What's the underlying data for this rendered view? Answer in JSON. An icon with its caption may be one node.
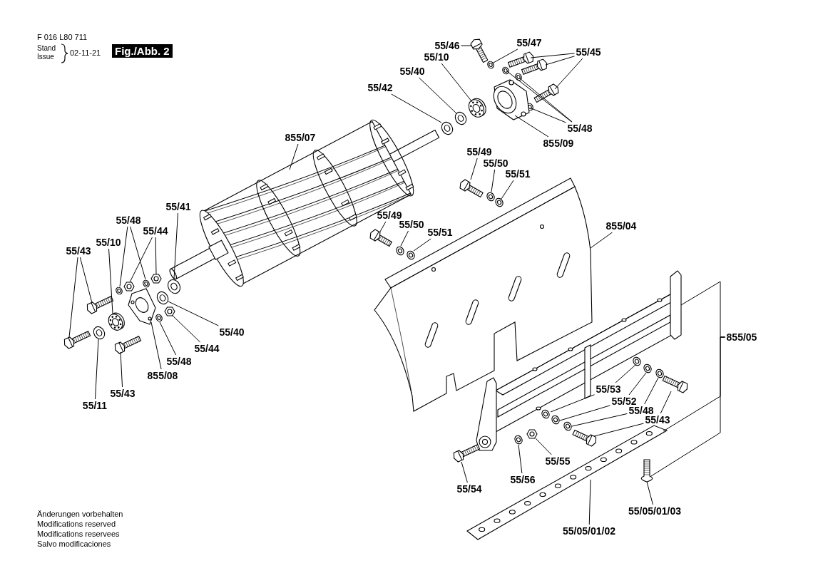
{
  "diagram": {
    "nodes": [
      {
        "text": [
          "55/46"
        ]
      },
      {
        "text": [
          "55/47"
        ]
      },
      {
        "text": [
          "55/45"
        ]
      },
      {
        "text": [
          "55/10"
        ]
      },
      {
        "text": [
          "55/40"
        ]
      },
      {
        "text": [
          "55/42"
        ]
      },
      {
        "text": [
          "55/48"
        ]
      },
      {
        "text": [
          "855/09"
        ]
      },
      {
        "text": [
          "855/07"
        ]
      },
      {
        "text": [
          "55/49"
        ]
      },
      {
        "text": [
          "55/50"
        ]
      },
      {
        "text": [
          "55/51"
        ]
      },
      {
        "text": [
          "55/49"
        ]
      },
      {
        "text": [
          "55/50"
        ]
      },
      {
        "text": [
          "55/51"
        ]
      },
      {
        "text": [
          "855/04"
        ]
      },
      {
        "text": [
          "55/41"
        ]
      },
      {
        "text": [
          "55/48"
        ]
      },
      {
        "text": [
          "55/44"
        ]
      },
      {
        "text": [
          "55/10"
        ]
      },
      {
        "text": [
          "55/43"
        ]
      },
      {
        "text": [
          "855/05"
        ]
      },
      {
        "text": [
          "55/40"
        ]
      },
      {
        "text": [
          "55/44"
        ]
      },
      {
        "text": [
          "55/48"
        ]
      },
      {
        "text": [
          "855/08"
        ]
      },
      {
        "text": [
          "55/43"
        ]
      },
      {
        "text": [
          "55/11"
        ]
      },
      {
        "text": [
          "55/53"
        ]
      },
      {
        "text": [
          "55/52"
        ]
      },
      {
        "text": [
          "55/48"
        ]
      },
      {
        "text": [
          "55/43"
        ]
      },
      {
        "text": [
          "55/55"
        ]
      },
      {
        "text": [
          "55/56"
        ]
      },
      {
        "text": [
          "55/54"
        ]
      },
      {
        "text": [
          "55/05/01/03"
        ]
      },
      {
        "text": [
          "55/05/01/02"
        ]
      },
      {
        "text": [],
        "shape": "picture"
      },
      {
        "text": [],
        "shape": "picture"
      },
      {
        "text": [],
        "shape": "picture"
      },
      {
        "text": [],
        "shape": "picture"
      },
      {
        "text": [],
        "shape": "picture"
      },
      {
        "text": [],
        "shape": "picture"
      },
      {
        "text": [],
        "shape": "picture"
      },
      {
        "text": [],
        "shape": "picture"
      },
      {
        "text": [],
        "shape": "picture"
      },
      {
        "text": [],
        "shape": "picture"
      },
      {
        "text": [],
        "shape": "picture"
      },
      {
        "text": [],
        "shape": "picture"
      },
      {
        "text": [],
        "shape": "picture"
      },
      {
        "text": [],
        "shape": "picture"
      },
      {
        "text": [],
        "shape": "picture"
      },
      {
        "text": [],
        "shape": "picture"
      },
      {
        "text": [],
        "shape": "picture"
      },
      {
        "text": [],
        "shape": "picture"
      },
      {
        "text": [],
        "shape": "picture"
      },
      {
        "text": [],
        "shape": "picture"
      },
      {
        "text": [],
        "shape": "picture"
      },
      {
        "text": [],
        "shape": "picture"
      },
      {
        "text": [],
        "shape": "picture"
      },
      {
        "text": [],
        "shape": "picture"
      },
      {
        "text": [],
        "shape": "picture"
      },
      {
        "text": [],
        "shape": "picture"
      },
      {
        "text": [],
        "shape": "picture"
      },
      {
        "text": [],
        "shape": "picture"
      },
      {
        "text": [],
        "shape": "picture"
      },
      {
        "text": [],
        "shape": "picture"
      },
      {
        "text": [],
        "shape": "picture"
      },
      {
        "text": [],
        "shape": "picture"
      },
      {
        "text": [],
        "shape": "picture"
      },
      {
        "text": [],
        "shape": "picture"
      },
      {
        "text": [],
        "shape": "picture"
      },
      {
        "text": [],
        "shape": "picture"
      },
      {
        "text": [],
        "shape": "picture"
      },
      {
        "text": [],
        "shape": "picture"
      },
      {
        "text": [],
        "shape": "picture"
      },
      {
        "text": [],
        "shape": "picture"
      },
      {
        "text": [],
        "shape": "picture"
      },
      {
        "text": [],
        "shape": "picture"
      },
      {
        "text": [],
        "shape": "picture"
      },
      {
        "text": [],
        "shape": "picture"
      },
      {
        "text": [],
        "shape": "picture"
      },
      {
        "text": [],
        "shape": "picture"
      },
      {
        "text": [],
        "shape": "picture"
      },
      {
        "text": [],
        "shape": "picture"
      }
    ],
    "edges": [
      {
        "from": 0,
        "to": 37,
        "arrow": "none"
      },
      {
        "from": 1,
        "to": 38,
        "arrow": "none"
      },
      {
        "from": 2,
        "to": 39,
        "arrow": "none"
      },
      {
        "from": 2,
        "to": 40,
        "arrow": "none"
      },
      {
        "from": 2,
        "to": 41,
        "arrow": "none"
      },
      {
        "from": 3,
        "to": 42,
        "arrow": "none"
      },
      {
        "from": 4,
        "to": 43,
        "arrow": "none"
      },
      {
        "from": 5,
        "to": 44,
        "arrow": "none"
      },
      {
        "from": 6,
        "to": 45,
        "arrow": "none"
      },
      {
        "from": 6,
        "to": 46,
        "arrow": "none"
      },
      {
        "from": 6,
        "to": 47,
        "arrow": "none"
      },
      {
        "from": 7,
        "to": 48,
        "arrow": "none"
      },
      {
        "from": 8,
        "to": 49,
        "arrow": "none"
      },
      {
        "from": 9,
        "to": 50,
        "arrow": "none"
      },
      {
        "from": 10,
        "to": 51,
        "arrow": "none"
      },
      {
        "from": 11,
        "to": 52,
        "arrow": "none"
      },
      {
        "from": 12,
        "to": 53,
        "arrow": "none"
      },
      {
        "from": 13,
        "to": 54,
        "arrow": "none"
      },
      {
        "from": 14,
        "to": 55,
        "arrow": "none"
      },
      {
        "from": 15,
        "to": 56,
        "arrow": "none"
      },
      {
        "from": 16,
        "to": 57,
        "arrow": "none"
      },
      {
        "from": 17,
        "to": 58,
        "arrow": "none"
      },
      {
        "from": 17,
        "to": 59,
        "arrow": "none"
      },
      {
        "from": 18,
        "to": 60,
        "arrow": "none"
      },
      {
        "from": 18,
        "to": 61,
        "arrow": "none"
      },
      {
        "from": 19,
        "to": 62,
        "arrow": "none"
      },
      {
        "from": 20,
        "to": 63,
        "arrow": "none"
      },
      {
        "from": 20,
        "to": 64,
        "arrow": "none"
      },
      {
        "from": 21,
        "to": 65,
        "arrow": "none"
      },
      {
        "from": 21,
        "to": 66,
        "arrow": "none"
      },
      {
        "from": 21,
        "to": 67,
        "arrow": "none"
      },
      {
        "from": 22,
        "to": 68,
        "arrow": "none"
      },
      {
        "from": 23,
        "to": 69,
        "arrow": "none"
      },
      {
        "from": 24,
        "to": 70,
        "arrow": "none"
      },
      {
        "from": 25,
        "to": 71,
        "arrow": "none"
      },
      {
        "from": 26,
        "to": 72,
        "arrow": "none"
      },
      {
        "from": 27,
        "to": 73,
        "arrow": "none"
      },
      {
        "from": 28,
        "to": 74,
        "arrow": "none"
      },
      {
        "from": 28,
        "to": 75,
        "arrow": "none"
      },
      {
        "from": 29,
        "to": 76,
        "arrow": "none"
      },
      {
        "from": 29,
        "to": 77,
        "arrow": "none"
      },
      {
        "from": 30,
        "to": 78,
        "arrow": "none"
      },
      {
        "from": 30,
        "to": 79,
        "arrow": "none"
      },
      {
        "from": 31,
        "to": 80,
        "arrow": "none"
      },
      {
        "from": 31,
        "to": 81,
        "arrow": "none"
      },
      {
        "from": 32,
        "to": 82,
        "arrow": "none"
      },
      {
        "from": 33,
        "to": 83,
        "arrow": "none"
      },
      {
        "from": 34,
        "to": 84,
        "arrow": "none"
      },
      {
        "from": 35,
        "to": 67,
        "arrow": "none"
      },
      {
        "from": 36,
        "to": 66,
        "arrow": "none"
      }
    ],
    "labels": [
      "F 016 L80 711",
      "Stand",
      "Issue",
      "02-11-21",
      "Fig./Abb. 2",
      "Änderungen vorbehalten",
      "Modifications reserved",
      "Modifications reservees",
      "Salvo modificaciones"
    ]
  }
}
